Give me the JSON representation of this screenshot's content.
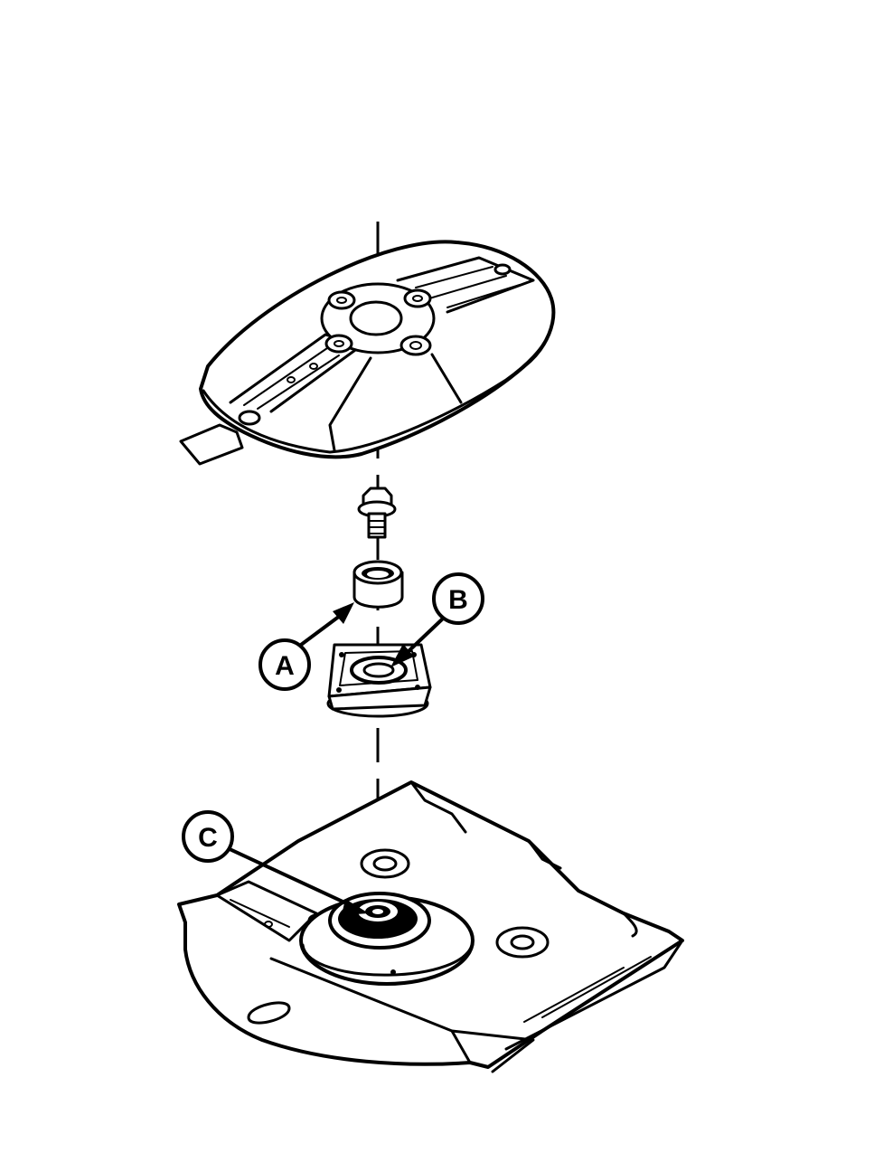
{
  "callouts": {
    "a": {
      "label": "A"
    },
    "b": {
      "label": "B"
    },
    "c": {
      "label": "C"
    }
  },
  "colors": {
    "ink": "#000000",
    "background": "#ffffff"
  }
}
